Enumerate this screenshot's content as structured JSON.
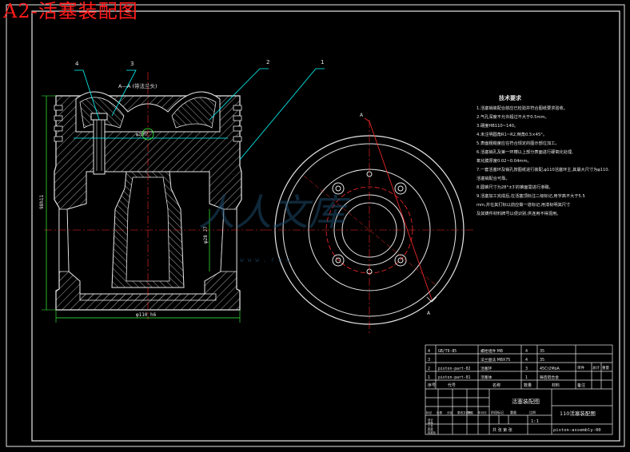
{
  "overlay_title": "A2-活塞装配图",
  "section_label": "A—A (带法兰头)",
  "leaders": [
    "4",
    "3",
    "2",
    "1"
  ],
  "dims": {
    "bore": "φ110 h6",
    "height": "98h11",
    "pin": "φ28 J7",
    "pin_hole": "φ28H7"
  },
  "section_marks": [
    "A",
    "A"
  ],
  "watermark": "人人文库",
  "watermark_url": "w w w . r e n",
  "tech_title": "技术要求",
  "tech_lines": [
    "1.活塞销装配合前应已检验并符合图纸要求验收。",
    "2.气孔深度不允许超过不大于0.5mm。",
    "3.硬度HB110~140。",
    "4.未注明圆角R1~R2,倒角0.5×45°。",
    "5.表面粗糙度应在符合规定的图示部位加工。",
    "6.活塞销孔及第一环槽以上部分表面进行硬氧化处理,",
    "  氧化膜厚度0.02~0.04mm。",
    "7.一套活塞环及销孔按图纸进行装配,φ110活塞环主,其最大尺寸为φ110.",
    "  活塞销配合可靠。",
    "8.圆锥尺寸为28°±3′的锥面需进行渗碳。",
    "9.活塞加工完成后,在活塞顶标注二级标记,用字高不大于5.5",
    "  mm,并在其打标以前应做一道标记,用漆标明其尺寸",
    "  及其铸件材料牌号以便识别,供连用不得混用。"
  ],
  "bom_rows": [
    [
      "4",
      "GB/T9-85",
      "螺栓组件 M8",
      "4",
      "35",
      ""
    ],
    [
      "3",
      "",
      "法兰盘法 M8X75",
      "4",
      "35",
      ""
    ],
    [
      "2",
      "piston-part-02",
      "活塞环",
      "3",
      "45Cr2MoA",
      ""
    ],
    [
      "1",
      "piston-part-01",
      "活塞体",
      "1",
      "铸造铝合金",
      ""
    ]
  ],
  "bom_header": [
    "序号",
    "代号",
    "名称",
    "数量",
    "材料",
    "备注"
  ],
  "bom_side": [
    "单件",
    "总计",
    "重量",
    "备注"
  ],
  "title_block": {
    "part_name": "活塞装配图",
    "drawing_name": "110活塞装配图",
    "drawing_code": "piston-assembly-00",
    "scale": "1:1",
    "labels": [
      "标记",
      "处数",
      "分区",
      "更改文件号",
      "签名",
      "年月日"
    ],
    "roles": [
      "设计",
      "审核",
      "工艺",
      "批准",
      "标准化"
    ],
    "stage": [
      "阶段标记",
      "重量",
      "比例"
    ],
    "sheet": "共 张 第 张"
  }
}
